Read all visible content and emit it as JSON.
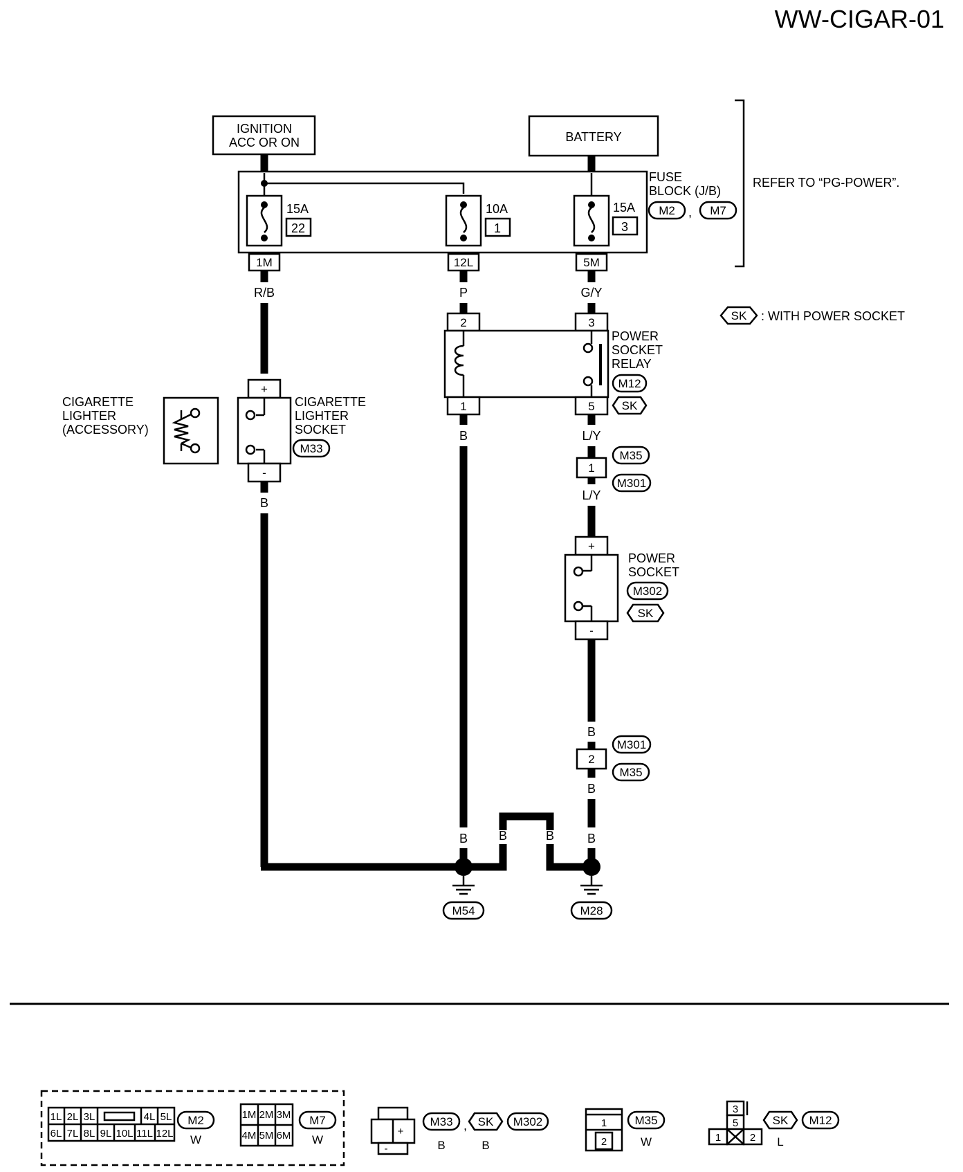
{
  "title": "WW-CIGAR-01",
  "sources": {
    "ignition_line1": "IGNITION",
    "ignition_line2": "ACC OR ON",
    "battery": "BATTERY"
  },
  "fuse_block": {
    "label_line1": "FUSE",
    "label_line2": "BLOCK (J/B)",
    "connectors": [
      "M2",
      "M7"
    ],
    "separator": ",",
    "reference": "REFER TO “PG-POWER”.",
    "fuses": [
      {
        "rating": "15A",
        "number": "22",
        "terminal": "1M"
      },
      {
        "rating": "10A",
        "number": "1",
        "terminal": "12L"
      },
      {
        "rating": "15A",
        "number": "3",
        "terminal": "5M"
      }
    ]
  },
  "legend": {
    "tag": "SK",
    "text": ": WITH POWER SOCKET"
  },
  "wire_colors": {
    "left_top": "R/B",
    "mid_top": "P",
    "right_top": "G/Y",
    "left_bottom": "B",
    "mid_bottom": "B",
    "right_mid1": "L/Y",
    "right_mid2": "L/Y",
    "right_low1": "B",
    "right_low2": "B",
    "ground_b1": "B",
    "ground_b2": "B",
    "ground_b3": "B",
    "ground_b4": "B"
  },
  "relay": {
    "label_line1": "POWER",
    "label_line2": "SOCKET",
    "label_line3": "RELAY",
    "connector": "M12",
    "tag": "SK",
    "pins": [
      "2",
      "3",
      "1",
      "5"
    ]
  },
  "lighter": {
    "label_line1": "CIGARETTE",
    "label_line2": "LIGHTER",
    "label_line3": "(ACCESSORY)"
  },
  "lighter_socket": {
    "label_line1": "CIGARETTE",
    "label_line2": "LIGHTER",
    "label_line3": "SOCKET",
    "connector": "M33",
    "plus": "+",
    "minus": "-"
  },
  "joint1": {
    "pin": "1",
    "connectors": [
      "M35",
      "M301"
    ]
  },
  "power_socket": {
    "label_line1": "POWER",
    "label_line2": "SOCKET",
    "connector": "M302",
    "tag": "SK",
    "plus": "+",
    "minus": "-"
  },
  "joint2": {
    "pin": "2",
    "connectors": [
      "M301",
      "M35"
    ]
  },
  "grounds": [
    "M54",
    "M28"
  ],
  "connector_views": {
    "m2": {
      "id": "M2",
      "color": "W",
      "row1": [
        "1L",
        "2L",
        "3L",
        "4L",
        "5L"
      ],
      "row2": [
        "6L",
        "7L",
        "8L",
        "9L",
        "10L",
        "11L",
        "12L"
      ]
    },
    "m7": {
      "id": "M7",
      "color": "W",
      "row1": [
        "1M",
        "2M",
        "3M"
      ],
      "row2": [
        "4M",
        "5M",
        "6M"
      ]
    },
    "m33": {
      "ids": [
        "M33",
        "SK",
        "M302"
      ],
      "colors": [
        "B",
        "B"
      ],
      "separator": ",",
      "plus": "+",
      "minus": "-"
    },
    "m35": {
      "id": "M35",
      "color": "W",
      "pins": [
        "1",
        "2"
      ]
    },
    "m12": {
      "ids": [
        "SK",
        "M12"
      ],
      "color": "L",
      "pins": [
        "3",
        "5",
        "1",
        "2"
      ]
    }
  }
}
